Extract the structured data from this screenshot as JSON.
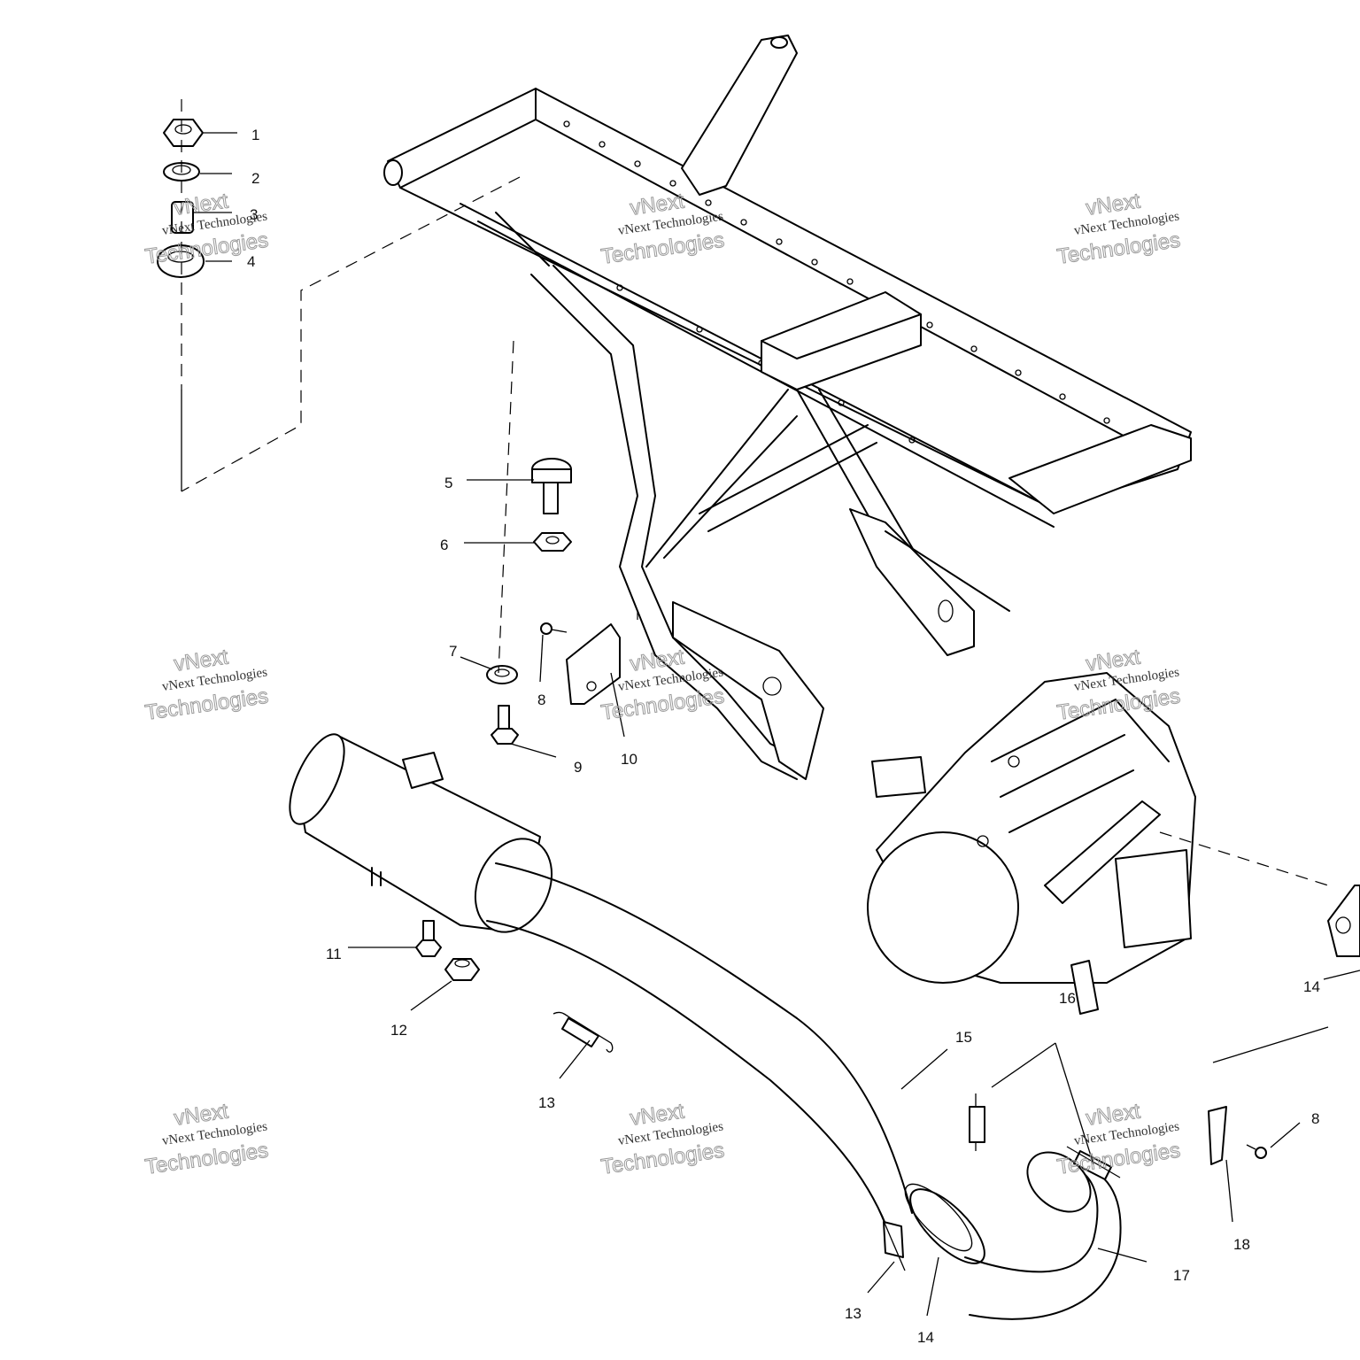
{
  "parts": [
    "1",
    "2",
    "3",
    "4",
    "5",
    "6",
    "7",
    "8",
    "9",
    "10",
    "11",
    "12",
    "13",
    "13",
    "14",
    "14",
    "15",
    "16",
    "17",
    "8",
    "18"
  ],
  "watermark": {
    "line1": "vNext Technologies",
    "line2": "Technologies",
    "brand": "vNext"
  }
}
